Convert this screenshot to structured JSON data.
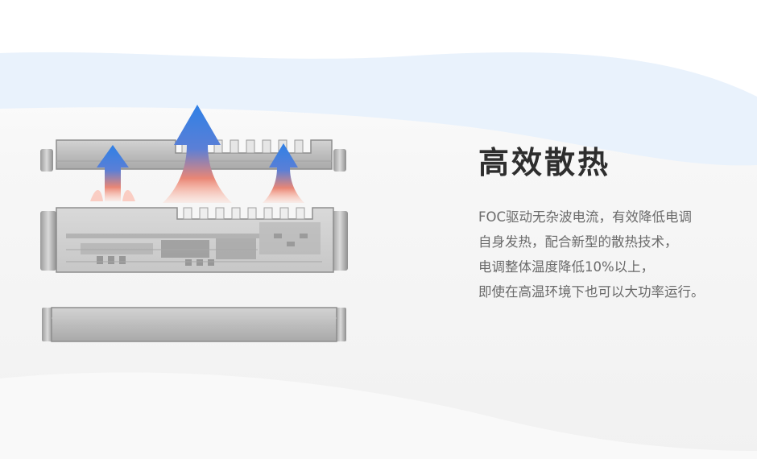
{
  "heading": {
    "title": "高效散热"
  },
  "description": {
    "lines": [
      "FOC驱动无杂波电流，有效降低电调",
      "自身发热，配合新型的散热技术，",
      "电调整体温度降低10%以上，",
      "即使在高温环境下也可以大功率运行。"
    ]
  },
  "colors": {
    "title": "#2e2e2e",
    "text": "#6a6a6a",
    "wave": "#e8f1fc",
    "arrow_top": "#2f80e6",
    "arrow_bottom": "#ff8a6b",
    "metal": "#b9b9b9"
  },
  "illustration": {
    "parts": [
      "top-heatsink-plate",
      "circuit-board-module",
      "bottom-housing-plate"
    ],
    "arrows": [
      "left-heat-arrow",
      "center-heat-arrow",
      "right-heat-arrow"
    ]
  }
}
